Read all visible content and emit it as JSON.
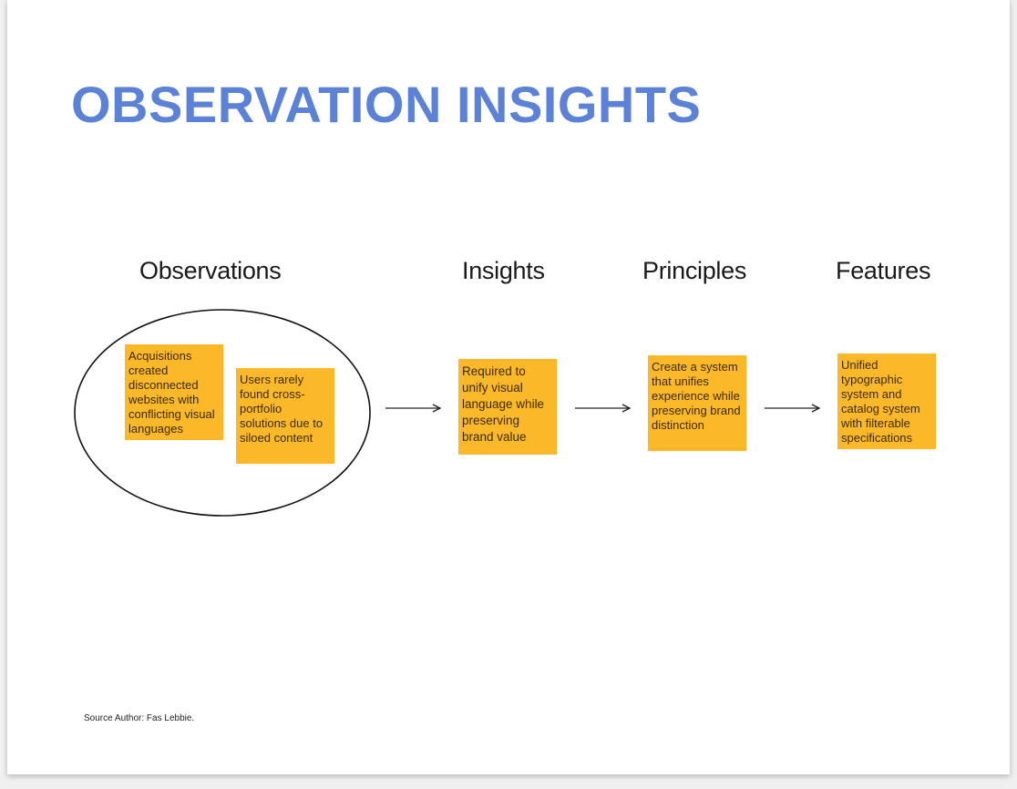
{
  "slide": {
    "title": "OBSERVATION INSIGHTS",
    "source": "Source Author: Fas Lebbie."
  },
  "columns": {
    "observations": "Observations",
    "insights": "Insights",
    "principles": "Principles",
    "features": "Features"
  },
  "notes": {
    "observation_1": "Acquisitions created disconnected websites with conflicting visual languages",
    "observation_2": "Users rarely found cross-portfolio solutions due to siloed content",
    "insight": "Required to unify visual language while preserving brand value",
    "principle": "Create a system that unifies experience while preserving brand distinction",
    "feature": "Unified typographic system and catalog system with filterable specifications"
  },
  "colors": {
    "title": "#5b82d6",
    "sticky_note": "#fbb829"
  }
}
